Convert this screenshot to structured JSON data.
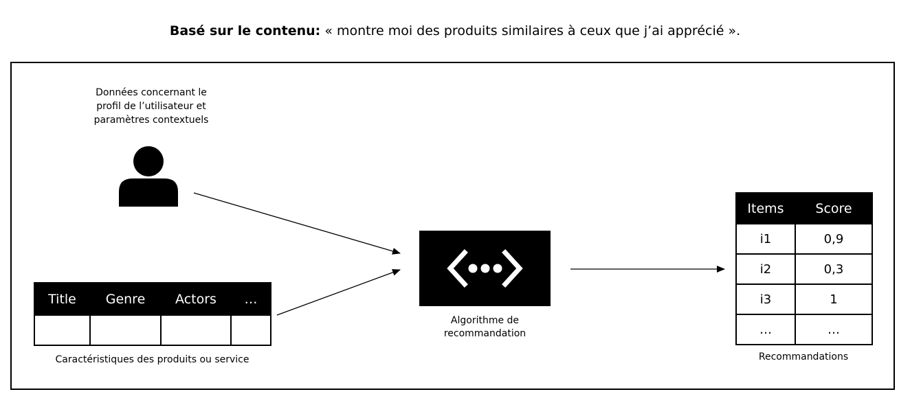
{
  "title": {
    "bold": "Basé sur le contenu:",
    "rest": " « montre moi des produits similaires à ceux que j’ai apprécié »."
  },
  "user_profile": {
    "caption_lines": [
      "Données concernant le",
      "profil de l’utilisateur et",
      "paramètres contextuels"
    ],
    "icon": "user-icon"
  },
  "features_table": {
    "headers": [
      "Title",
      "Genre",
      "Actors",
      "…"
    ],
    "caption": "Caractéristiques des produits ou service"
  },
  "algorithm": {
    "icon": "code-brackets-dots-icon",
    "caption_lines": [
      "Algorithme de",
      "recommandation"
    ]
  },
  "recommendations": {
    "headers": [
      "Items",
      "Score"
    ],
    "rows": [
      [
        "i1",
        "0,9"
      ],
      [
        "i2",
        "0,3"
      ],
      [
        "i3",
        "1"
      ],
      [
        "…",
        "…"
      ]
    ],
    "caption": "Recommandations"
  },
  "colors": {
    "ink": "#000000",
    "background": "#ffffff"
  }
}
